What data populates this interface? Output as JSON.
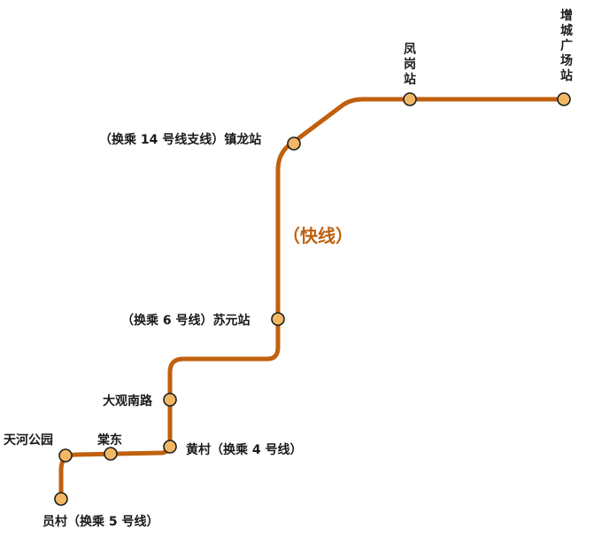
{
  "colors": {
    "line": "#c0600e",
    "station_fill": "#f2b765",
    "station_stroke": "#1e1e1e",
    "label_text": "#1a1a1a",
    "express_text": "#c0600e"
  },
  "line": {
    "express_label": "（快线）"
  },
  "stations": [
    {
      "id": "yuancun",
      "name": "员村（换乘 5 号线）"
    },
    {
      "id": "tianhe-park",
      "name": "天河公园"
    },
    {
      "id": "tangdong",
      "name": "棠东"
    },
    {
      "id": "huangcun",
      "name": "黄村（换乘 4 号线）"
    },
    {
      "id": "daguan-nanlu",
      "name": "大观南路"
    },
    {
      "id": "suyuan",
      "name": "（换乘 6 号线）苏元站"
    },
    {
      "id": "zhenlong",
      "name": "（换乘 14 号线支线）镇龙站"
    },
    {
      "id": "fenggang",
      "name": "凤岗站"
    },
    {
      "id": "zengcheng-square",
      "name": "增城广场站"
    }
  ]
}
